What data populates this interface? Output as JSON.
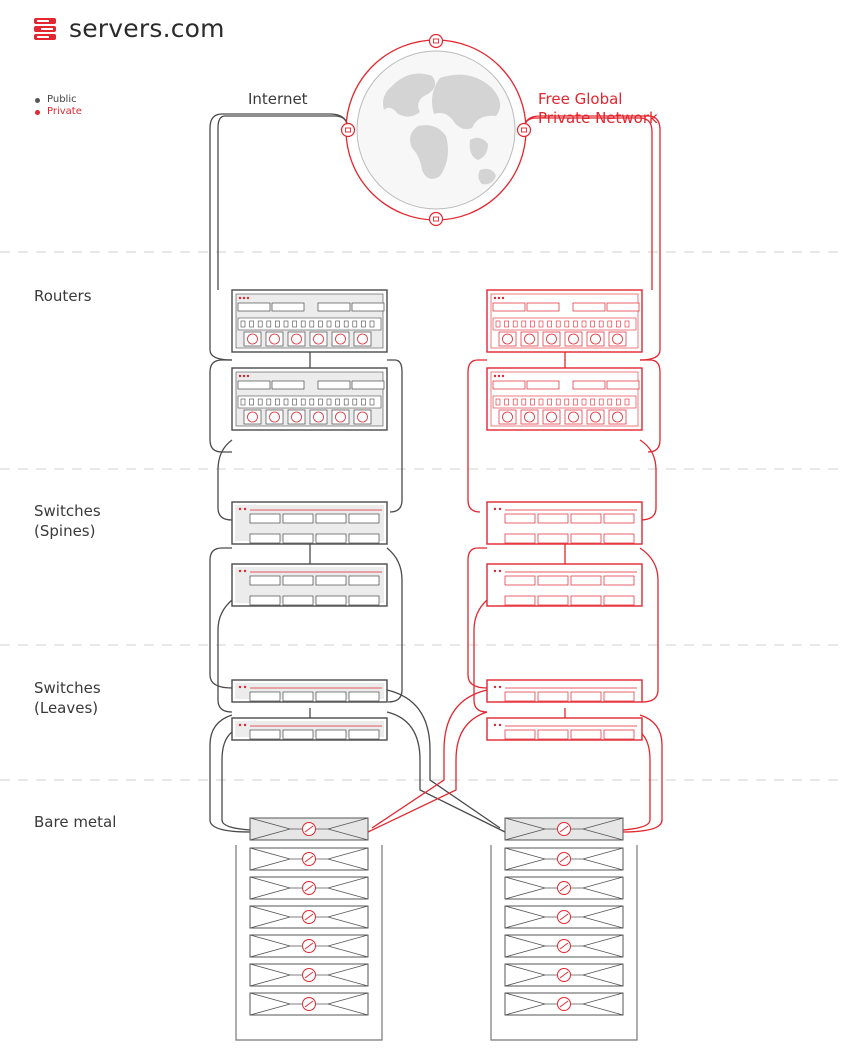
{
  "brand": {
    "name": "servers.com",
    "accent": "#e3262f"
  },
  "legend": [
    {
      "label": "Public",
      "color": "#555555"
    },
    {
      "label": "Private",
      "color": "#e3262f"
    }
  ],
  "network_labels": {
    "internet": "Internet",
    "private": "Free Global\nPrivate Network"
  },
  "rows": {
    "routers": "Routers",
    "spines": "Switches\n(Spines)",
    "leaves": "Switches\n(Leaves)",
    "bare_metal": "Bare metal"
  },
  "colors": {
    "public": "#4a4a4a",
    "private": "#e3262f",
    "divider": "#d0d0d0",
    "globe_land": "#d4d4d4",
    "device_fill": "#ececec"
  },
  "icons": [
    "servers-logo-icon",
    "globe-icon",
    "router-icon",
    "switch-icon",
    "server-icon",
    "lock-icon"
  ]
}
